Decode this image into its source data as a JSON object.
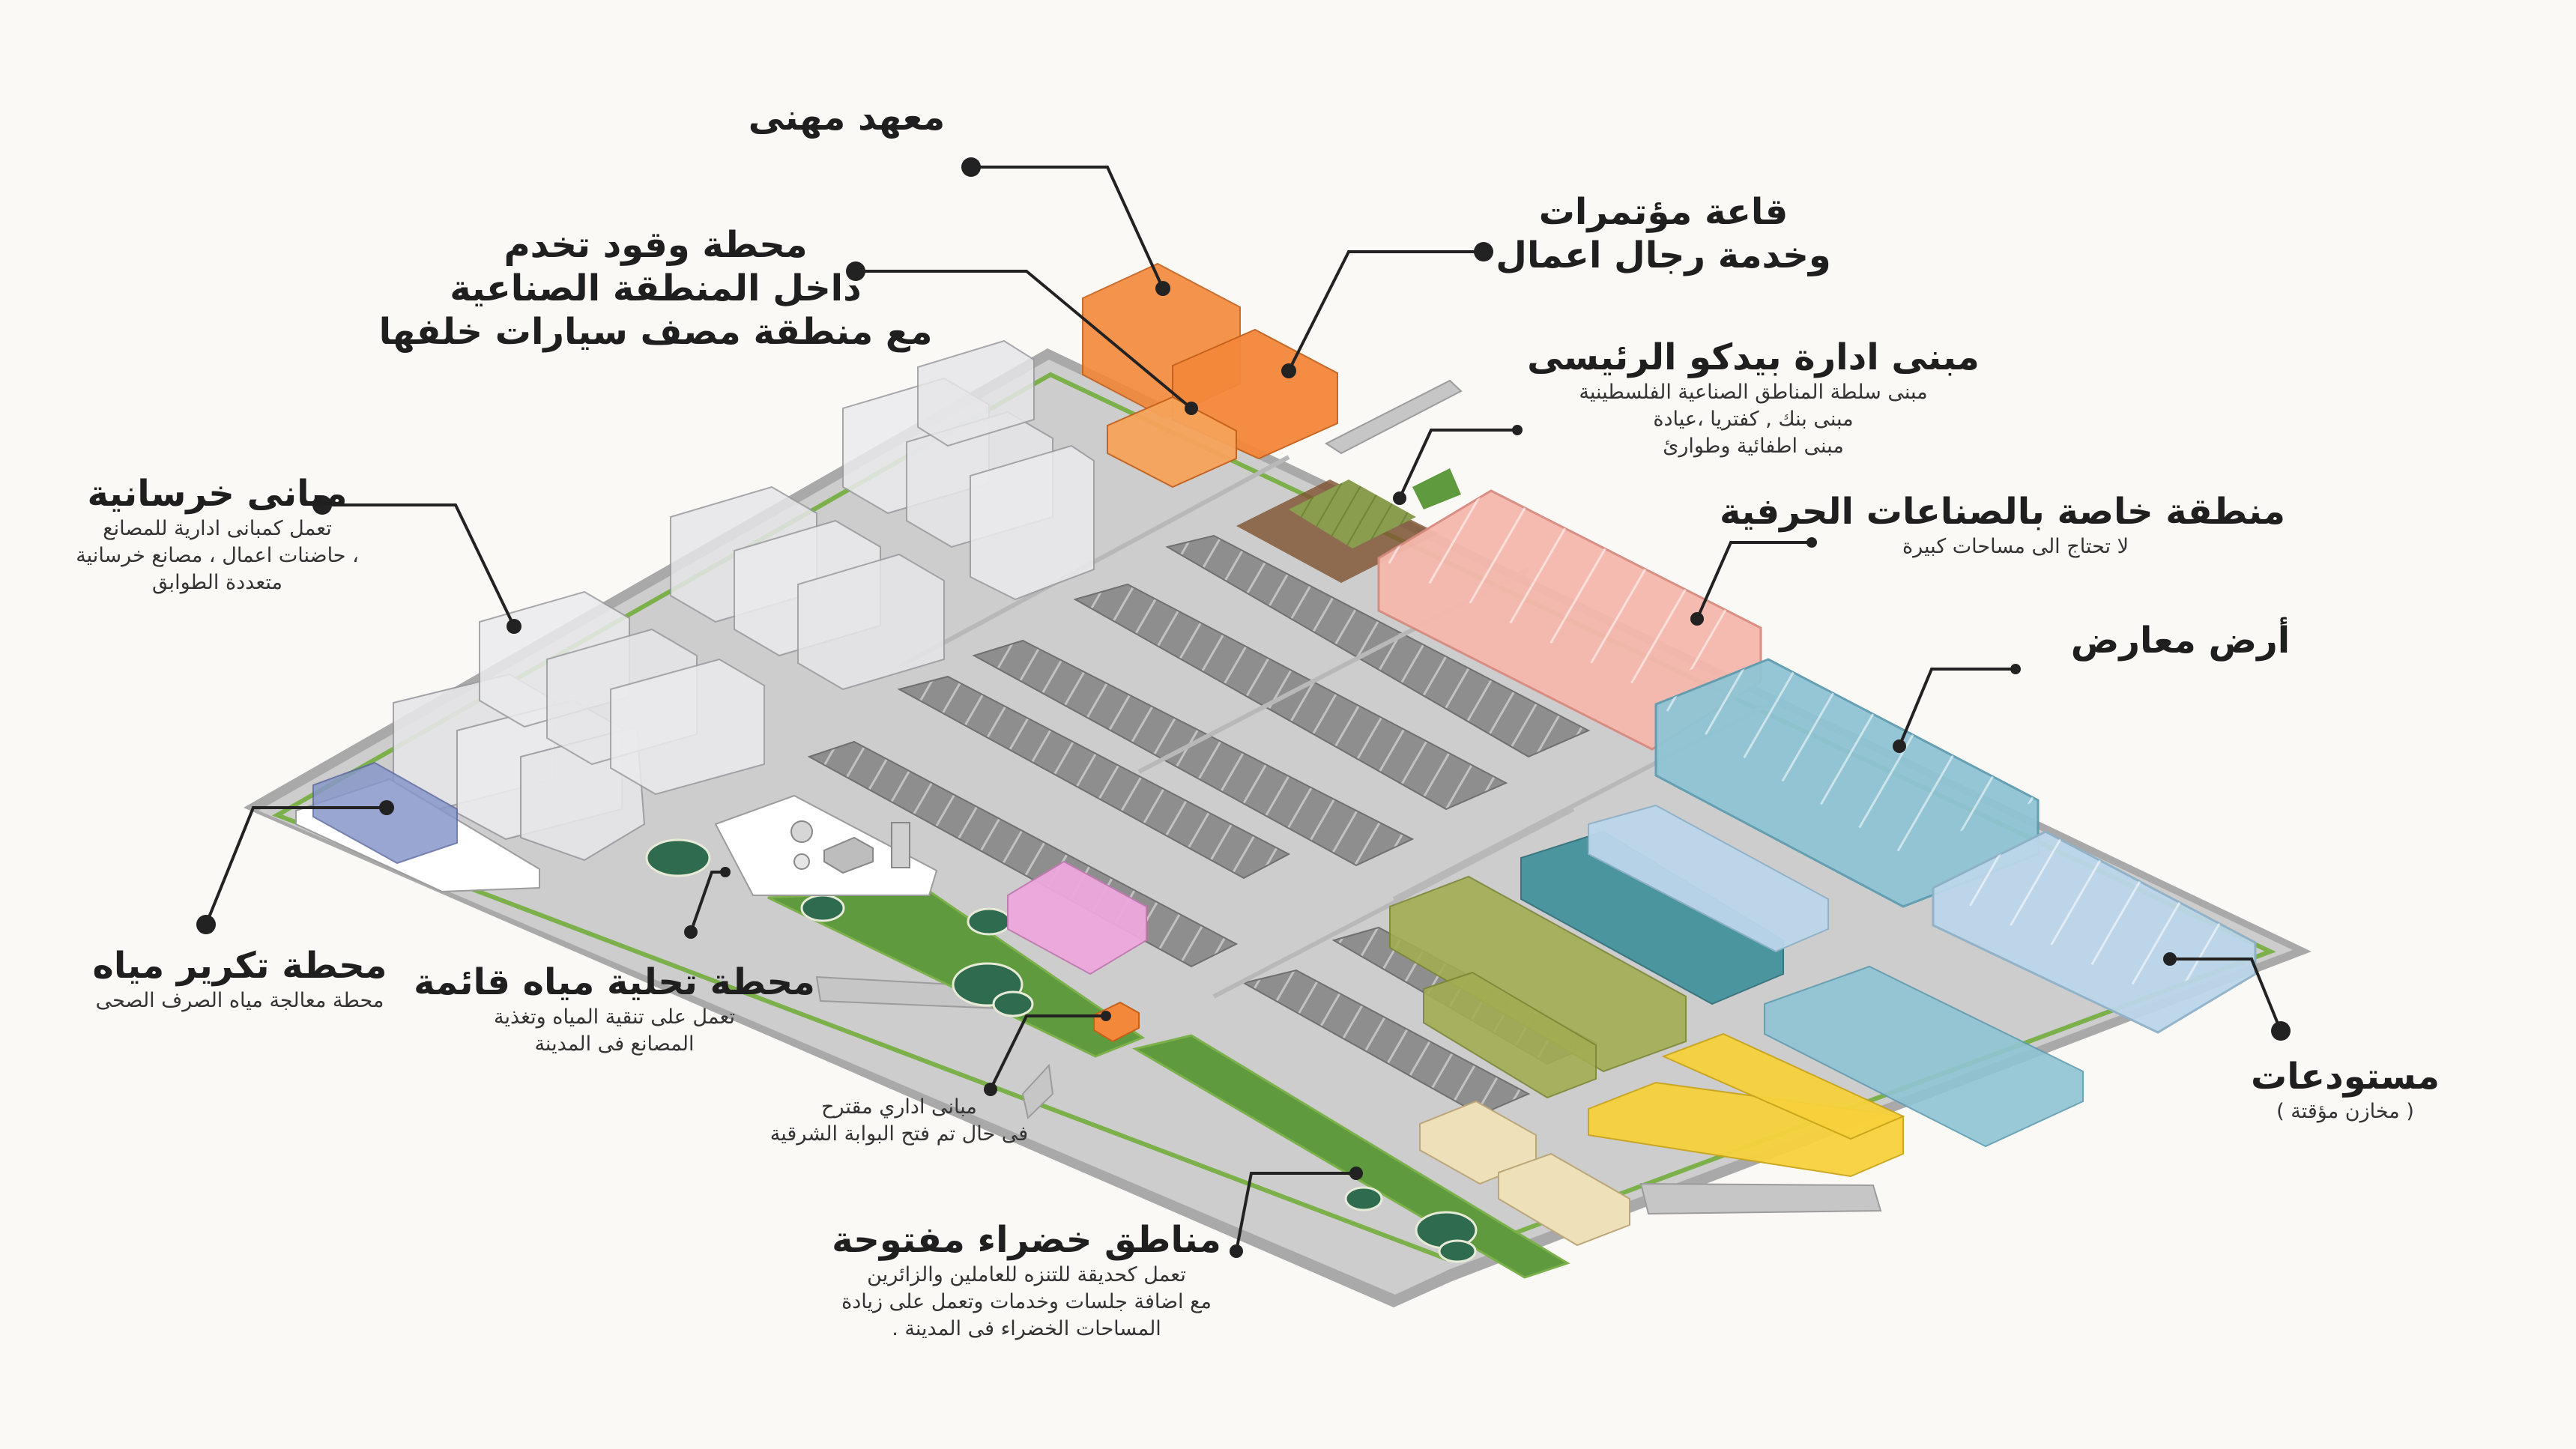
{
  "labels": {
    "vocational_institute": {
      "title": "معهد مهنى"
    },
    "fuel_station": {
      "title_l1": "محطة وقود تخدم",
      "title_l2": "داخل المنطقة الصناعية",
      "title_l3": "مع منطقة مصف سيارات خلفها"
    },
    "conference_hall": {
      "title_l1": "قاعة مؤتمرات",
      "title_l2": "وخدمة رجال اعمال"
    },
    "pidco_hq": {
      "title": "مبنى ادارة بيدكو الرئيسى",
      "desc_l1": "مبنى سلطة المناطق الصناعية الفلسطينية",
      "desc_l2": "مبنى بنك , كفتريا ،عيادة",
      "desc_l3": "مبنى اطفائية وطوارئ"
    },
    "crafts_zone": {
      "title": "منطقة خاصة بالصناعات الحرفية",
      "desc": "لا تحتاج الى مساحات كبيرة"
    },
    "exhibition_ground": {
      "title": "أرض معارض"
    },
    "concrete_buildings": {
      "title": "مبانى خرسانية",
      "desc_l1": "تعمل كمبانى ادارية للمصانع",
      "desc_l2": "، حاضنات اعمال ، مصانع خرسانية",
      "desc_l3": "متعددة الطوابق"
    },
    "water_recycling": {
      "title": "محطة تكرير مياه",
      "desc": "محطة معالجة مياه الصرف الصحى"
    },
    "desalination": {
      "title": "محطة تحلية مياه قائمة",
      "desc_l1": "تعمل على تنقية المياه وتغذية",
      "desc_l2": "المصانع فى المدينة"
    },
    "admin_proposed": {
      "desc_l1": "مبانى اداري مقترح",
      "desc_l2": "فى حال تم فتح البوابة الشرقية"
    },
    "green_areas": {
      "title": "مناطق خضراء مفتوحة",
      "desc_l1": "تعمل كحديقة للتنزه للعاملين والزائرين",
      "desc_l2": "مع اضافة جلسات وخدمات وتعمل على زيادة",
      "desc_l3": "المساحات الخضراء فى المدينة ."
    },
    "warehouses": {
      "title": "مستودعات",
      "desc": "( مخازن مؤقتة )"
    }
  },
  "colors": {
    "background": "#fbf9f6",
    "site_base": "#a9a9a9",
    "road": "#cdcdcd",
    "industrial_blocks": "#8e8e8e",
    "concrete": "#e6e6e9",
    "orange": "#f4883a",
    "pink": "#f6b8ad",
    "teal": "#8fc4d4",
    "light_blue": "#bcd6ea",
    "olive": "#a3ad52",
    "yellow": "#f7d23c",
    "beige": "#eee0b8",
    "magenta": "#eea8dc",
    "green": "#5f9a3e",
    "navy": "#8797c9"
  }
}
